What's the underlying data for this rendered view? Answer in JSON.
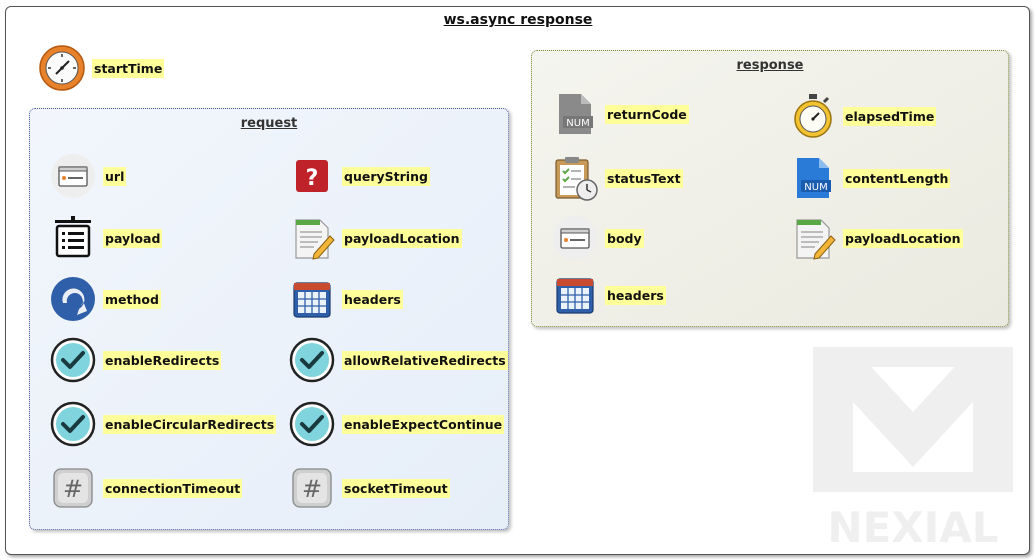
{
  "title": "ws.async response",
  "watermark_text": "NEXIAL",
  "start_time": {
    "label": "startTime",
    "icon": "clock-icon"
  },
  "request": {
    "title": "request",
    "items": [
      {
        "label": "url",
        "icon": "web-page-icon"
      },
      {
        "label": "queryString",
        "icon": "question-mark-icon"
      },
      {
        "label": "payload",
        "icon": "document-list-icon"
      },
      {
        "label": "payloadLocation",
        "icon": "document-edit-icon"
      },
      {
        "label": "method",
        "icon": "circular-arrow-icon"
      },
      {
        "label": "headers",
        "icon": "table-grid-icon"
      },
      {
        "label": "enableRedirects",
        "icon": "checkmark-icon"
      },
      {
        "label": "allowRelativeRedirects",
        "icon": "checkmark-icon"
      },
      {
        "label": "enableCircularRedirects",
        "icon": "checkmark-icon"
      },
      {
        "label": "enableExpectContinue",
        "icon": "checkmark-icon"
      },
      {
        "label": "connectionTimeout",
        "icon": "hash-key-icon"
      },
      {
        "label": "socketTimeout",
        "icon": "hash-key-icon"
      }
    ]
  },
  "response": {
    "title": "response",
    "items": [
      {
        "label": "returnCode",
        "icon": "num-file-gray-icon"
      },
      {
        "label": "elapsedTime",
        "icon": "stopwatch-icon"
      },
      {
        "label": "statusText",
        "icon": "clipboard-clock-icon"
      },
      {
        "label": "contentLength",
        "icon": "num-file-blue-icon"
      },
      {
        "label": "body",
        "icon": "web-page-icon"
      },
      {
        "label": "payloadLocation",
        "icon": "document-edit-icon"
      },
      {
        "label": "headers",
        "icon": "table-grid-icon"
      }
    ]
  },
  "colors": {
    "label_highlight": "#ffff99",
    "request_border": "#4a5a9a",
    "response_border": "#7a8a3a",
    "check_fill": "#7fd4dd",
    "clock_orange": "#e8822a",
    "question_red": "#c0222a",
    "num_blue": "#2a7ad8"
  }
}
